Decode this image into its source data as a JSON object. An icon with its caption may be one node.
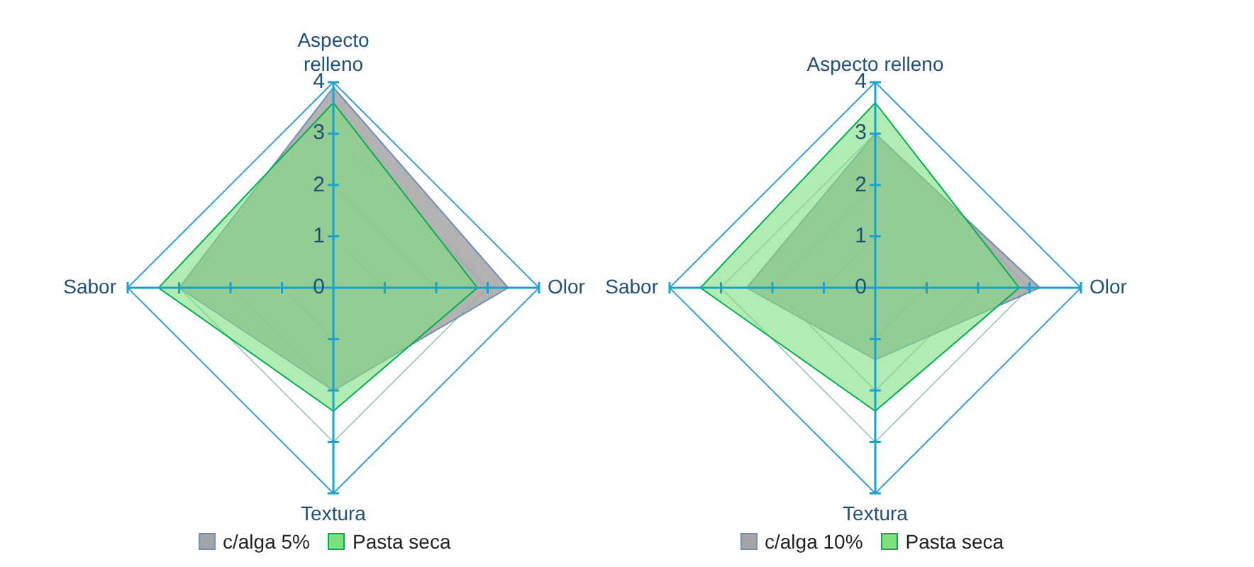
{
  "diagram": {
    "chart_data": [
      {
        "type": "radar",
        "legend": "bottom",
        "categories": [
          "Aspecto relleno",
          "Olor",
          "Textura",
          "Sabor"
        ],
        "ylim": [
          0,
          4
        ],
        "yticks": [
          0,
          1,
          2,
          3,
          4
        ],
        "series": [
          {
            "name": "c/alga 5%",
            "color": "#a5a5a5",
            "values": [
              3.9,
              3.4,
              2.0,
              3.0
            ]
          },
          {
            "name": "Pasta seca",
            "color": "#7fdf7f",
            "values": [
              3.6,
              2.8,
              2.4,
              3.4
            ]
          }
        ]
      },
      {
        "type": "radar",
        "legend": "bottom",
        "categories": [
          "Aspecto relleno",
          "Olor",
          "Textura",
          "Sabor"
        ],
        "ylim": [
          0,
          4
        ],
        "yticks": [
          0,
          1,
          2,
          3,
          4
        ],
        "series": [
          {
            "name": "c/alga 10%",
            "color": "#a5a5a5",
            "values": [
              3.0,
              3.2,
              1.4,
              2.5
            ]
          },
          {
            "name": "Pasta seca",
            "color": "#7fdf7f",
            "values": [
              3.6,
              2.8,
              2.4,
              3.4
            ]
          }
        ]
      }
    ]
  }
}
